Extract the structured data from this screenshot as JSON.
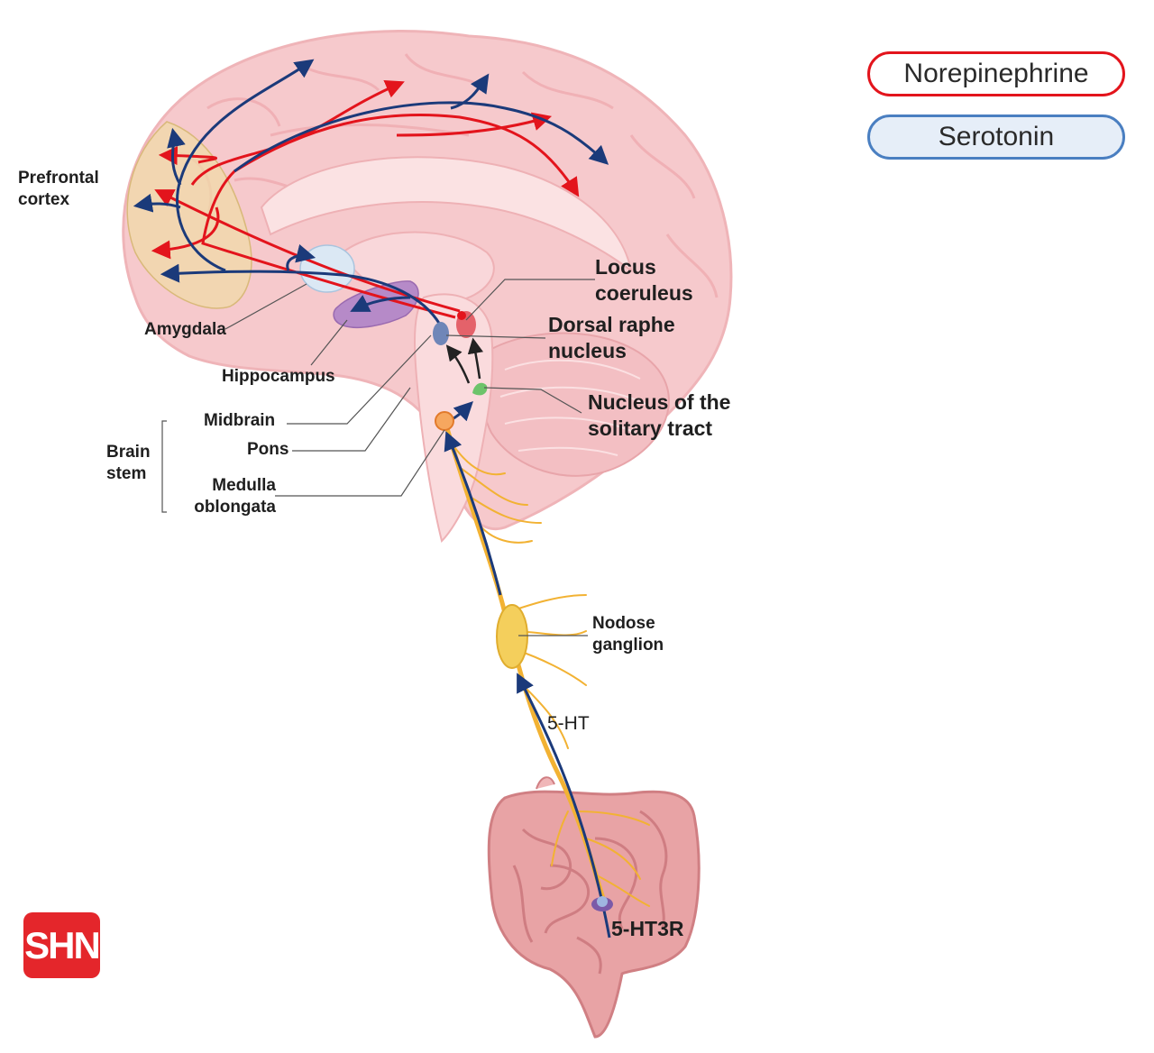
{
  "legend": {
    "norepinephrine": "Norepinephrine",
    "serotonin": "Serotonin"
  },
  "colors": {
    "norepinephrine": "#e3141c",
    "serotonin": "#1b3a7a",
    "vagus_nerve": "#f2b233",
    "brain": "#f6c9cc",
    "intestine": "#e59597"
  },
  "labels": {
    "prefrontal_cortex": [
      "Prefrontal",
      "cortex"
    ],
    "amygdala": "Amygdala",
    "hippocampus": "Hippocampus",
    "brain_stem": [
      "Brain",
      "stem"
    ],
    "midbrain": "Midbrain",
    "pons": "Pons",
    "medulla_oblongata": [
      "Medulla",
      "oblongata"
    ],
    "locus_coeruleus": [
      "Locus",
      "coeruleus"
    ],
    "dorsal_raphe_nucleus": [
      "Dorsal raphe",
      "nucleus"
    ],
    "nucleus_solitary_tract": [
      "Nucleus of the",
      "solitary tract"
    ],
    "nodose_ganglion": [
      "Nodose",
      "ganglion"
    ],
    "five_ht": "5-HT",
    "five_ht3r": "5-HT3R"
  },
  "logo": "SHN"
}
